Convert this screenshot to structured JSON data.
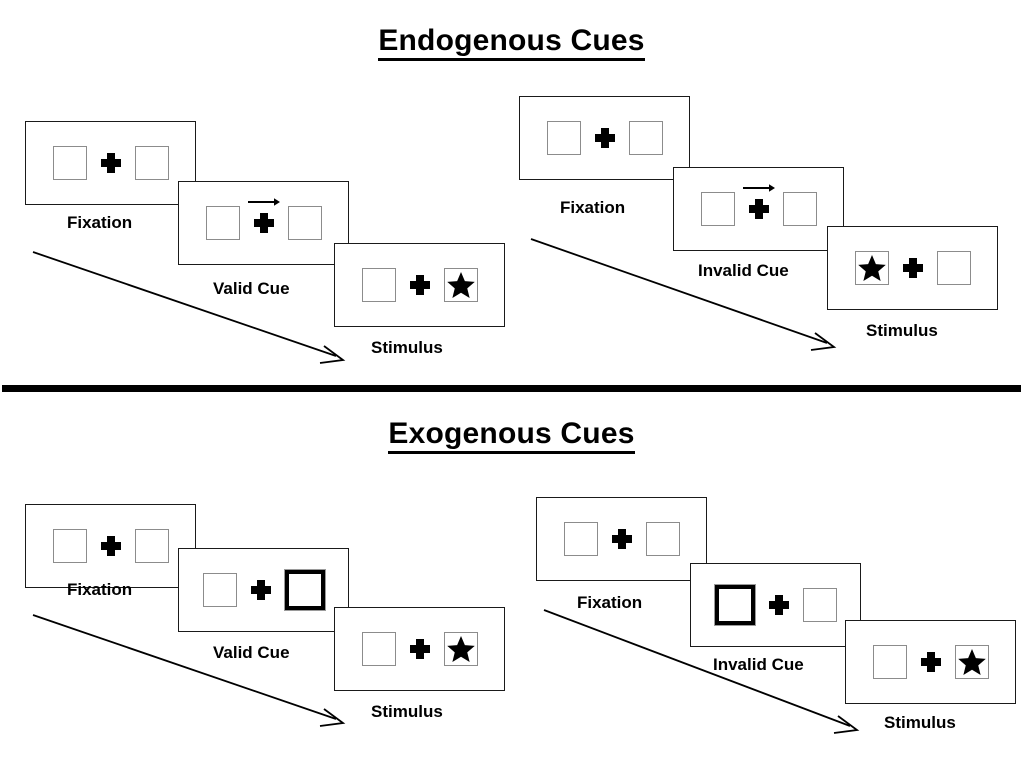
{
  "figure": {
    "divider": "horizontal-rule",
    "background_color": "#ffffff",
    "ink_color": "#000000",
    "box_outline_color": "#8c8c8c"
  },
  "sections": [
    {
      "id": "endogenous",
      "title": "Endogenous Cues",
      "columns": [
        {
          "id": "endogenous-valid",
          "frames": [
            {
              "label": "Fixation",
              "left_box": "empty",
              "right_box": "empty",
              "center": "fixation-cross",
              "cue": "none"
            },
            {
              "label": "Valid Cue",
              "left_box": "empty",
              "right_box": "empty",
              "center": "fixation-cross",
              "cue": "arrow-right"
            },
            {
              "label": "Stimulus",
              "left_box": "empty",
              "right_box": "star",
              "center": "fixation-cross",
              "cue": "none"
            }
          ],
          "sequence_arrow": "time-arrow-down-right"
        },
        {
          "id": "endogenous-invalid",
          "frames": [
            {
              "label": "Fixation",
              "left_box": "empty",
              "right_box": "empty",
              "center": "fixation-cross",
              "cue": "none"
            },
            {
              "label": "Invalid Cue",
              "left_box": "empty",
              "right_box": "empty",
              "center": "fixation-cross",
              "cue": "arrow-right"
            },
            {
              "label": "Stimulus",
              "left_box": "star",
              "right_box": "empty",
              "center": "fixation-cross",
              "cue": "none"
            }
          ],
          "sequence_arrow": "time-arrow-down-right"
        }
      ]
    },
    {
      "id": "exogenous",
      "title": "Exogenous Cues",
      "columns": [
        {
          "id": "exogenous-valid",
          "frames": [
            {
              "label": "Fixation",
              "left_box": "empty",
              "right_box": "empty",
              "center": "fixation-cross",
              "cue": "none"
            },
            {
              "label": "Valid Cue",
              "left_box": "empty",
              "right_box": "highlight",
              "center": "fixation-cross",
              "cue": "peripheral-box"
            },
            {
              "label": "Stimulus",
              "left_box": "empty",
              "right_box": "star",
              "center": "fixation-cross",
              "cue": "none"
            }
          ],
          "sequence_arrow": "time-arrow-down-right"
        },
        {
          "id": "exogenous-invalid",
          "frames": [
            {
              "label": "Fixation",
              "left_box": "empty",
              "right_box": "empty",
              "center": "fixation-cross",
              "cue": "none"
            },
            {
              "label": "Invalid Cue",
              "left_box": "highlight",
              "right_box": "empty",
              "center": "fixation-cross",
              "cue": "peripheral-box"
            },
            {
              "label": "Stimulus",
              "left_box": "empty",
              "right_box": "star",
              "center": "fixation-cross",
              "cue": "none"
            }
          ],
          "sequence_arrow": "time-arrow-down-right"
        }
      ]
    }
  ]
}
